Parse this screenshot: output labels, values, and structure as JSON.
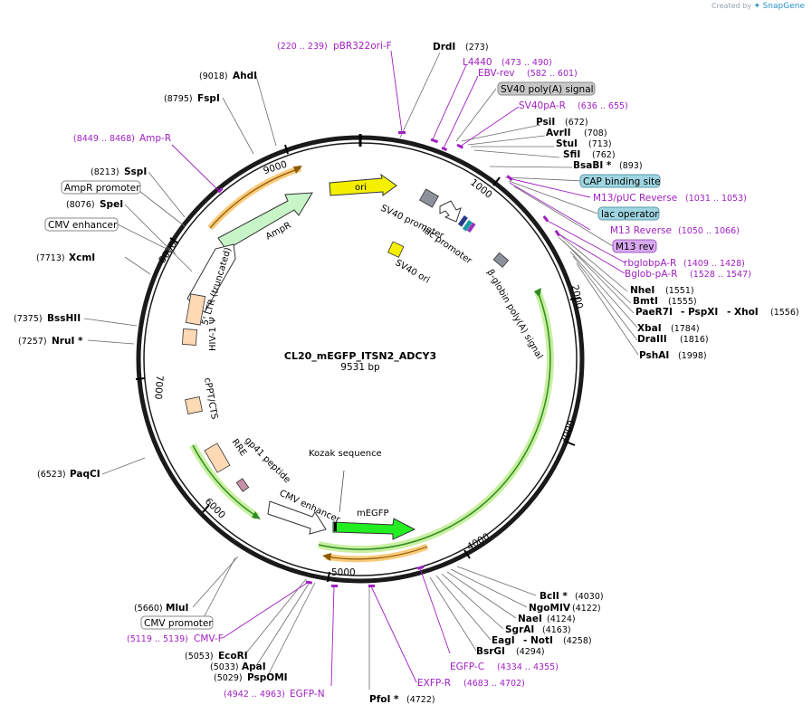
{
  "credit": {
    "prefix": "Created by",
    "brand": "SnapGene"
  },
  "plasmid": {
    "name": "CL20_mEGFP_ITSN2_ADCY3",
    "length": "9531 bp"
  },
  "ticks": [
    "1000",
    "2000",
    "3000",
    "4000",
    "5000",
    "6000",
    "7000",
    "8000",
    "9000"
  ],
  "sites": [
    {
      "name": "DrdI",
      "pos": "(273)"
    },
    {
      "name": "PsiI",
      "pos": "(672)"
    },
    {
      "name": "AvrII",
      "pos": "(708)"
    },
    {
      "name": "StuI",
      "pos": "(713)"
    },
    {
      "name": "SfiI",
      "pos": "(762)"
    },
    {
      "name": "BsaBI *",
      "pos": "(893)"
    },
    {
      "name": "NheI",
      "pos": "(1551)"
    },
    {
      "name": "BmtI",
      "pos": "(1555)"
    },
    {
      "name": "PaeR7I",
      "pos": ""
    },
    {
      "name": "- PspXI",
      "pos": ""
    },
    {
      "name": "- XhoI",
      "pos": "(1556)"
    },
    {
      "name": "XbaI",
      "pos": "(1784)"
    },
    {
      "name": "DraIII",
      "pos": "(1816)"
    },
    {
      "name": "PshAI",
      "pos": "(1998)"
    },
    {
      "name": "BclI *",
      "pos": "(4030)"
    },
    {
      "name": "NgoMIV",
      "pos": "(4122)"
    },
    {
      "name": "NaeI",
      "pos": "(4124)"
    },
    {
      "name": "SgrAI",
      "pos": "(4163)"
    },
    {
      "name": "EagI",
      "pos": ""
    },
    {
      "name": "- NotI",
      "pos": "(4258)"
    },
    {
      "name": "BsrGI",
      "pos": "(4294)"
    },
    {
      "name": "PfoI *",
      "pos": "(4722)"
    },
    {
      "name": "PspOMI",
      "pos": "(5029)"
    },
    {
      "name": "ApaI",
      "pos": "(5033)"
    },
    {
      "name": "EcoRI",
      "pos": "(5053)"
    },
    {
      "name": "MluI",
      "pos": "(5660)"
    },
    {
      "name": "PaqCI",
      "pos": "(6523)"
    },
    {
      "name": "NruI *",
      "pos": "(7257)"
    },
    {
      "name": "BssHII",
      "pos": "(7375)"
    },
    {
      "name": "XcmI",
      "pos": "(7713)"
    },
    {
      "name": "SpeI",
      "pos": "(8076)"
    },
    {
      "name": "SspI",
      "pos": "(8213)"
    },
    {
      "name": "FspI",
      "pos": "(8795)"
    },
    {
      "name": "AhdI",
      "pos": "(9018)"
    }
  ],
  "primers": [
    {
      "name": "pBR322ori-F",
      "range": "(220 .. 239)"
    },
    {
      "name": "L4440",
      "range": "(473 .. 490)"
    },
    {
      "name": "EBV-rev",
      "range": "(582 .. 601)"
    },
    {
      "name": "SV40pA-R",
      "range": "(636 .. 655)"
    },
    {
      "name": "M13/pUC Reverse",
      "range": "(1031 .. 1053)"
    },
    {
      "name": "M13 Reverse",
      "range": "(1050 .. 1066)"
    },
    {
      "name": "rbglobpA-R",
      "range": "(1409 .. 1428)"
    },
    {
      "name": "Bglob-pA-R",
      "range": "(1528 .. 1547)"
    },
    {
      "name": "EGFP-C",
      "range": "(4334 .. 4355)"
    },
    {
      "name": "EXFP-R",
      "range": "(4683 .. 4702)"
    },
    {
      "name": "EGFP-N",
      "range": "(4942 .. 4963)"
    },
    {
      "name": "CMV-F",
      "range": "(5119 .. 5139)"
    },
    {
      "name": "Amp-R",
      "range": "(8449 .. 8468)"
    }
  ],
  "boxed_labels": {
    "sv40_polya": "SV40 poly(A) signal",
    "cap": "CAP binding site",
    "lac_operator": "lac operator",
    "m13_rev": "M13 rev",
    "cmv_promoter": "CMV promoter",
    "ampr_promoter": "AmpR promoter",
    "cmv_enhancer": "CMV enhancer"
  },
  "features": {
    "ori": "ori",
    "ampr": "AmpR",
    "megfp": "mEGFP",
    "sv40_promoter": "SV40 promoter",
    "lac_promoter": "lac promoter",
    "sv40_ori": "SV40 ori",
    "bglobin": "β-globin poly(A) signal",
    "ltr": "5' LTR (truncated)",
    "hiv": "HIV-1 Ψ",
    "cppt": "cPPT/CTS",
    "rre": "RRE",
    "gp41": "gp41 peptide",
    "cmv_enh_inner": "CMV enhancer",
    "kozak": "Kozak sequence"
  },
  "colors": {
    "backbone": "#1a1a1a",
    "primer": "#a020c0",
    "orange_arc": "#f5a623",
    "green_arc": "#2e8b22",
    "ori": "#f5f000",
    "ampr": "#c8f5c8",
    "megfp": "#22ee22",
    "peach": "#ffd9b3",
    "gray_box": "#c8c8c8",
    "teal_box": "#9fd5e0",
    "purple_box": "#d9a8f0"
  }
}
